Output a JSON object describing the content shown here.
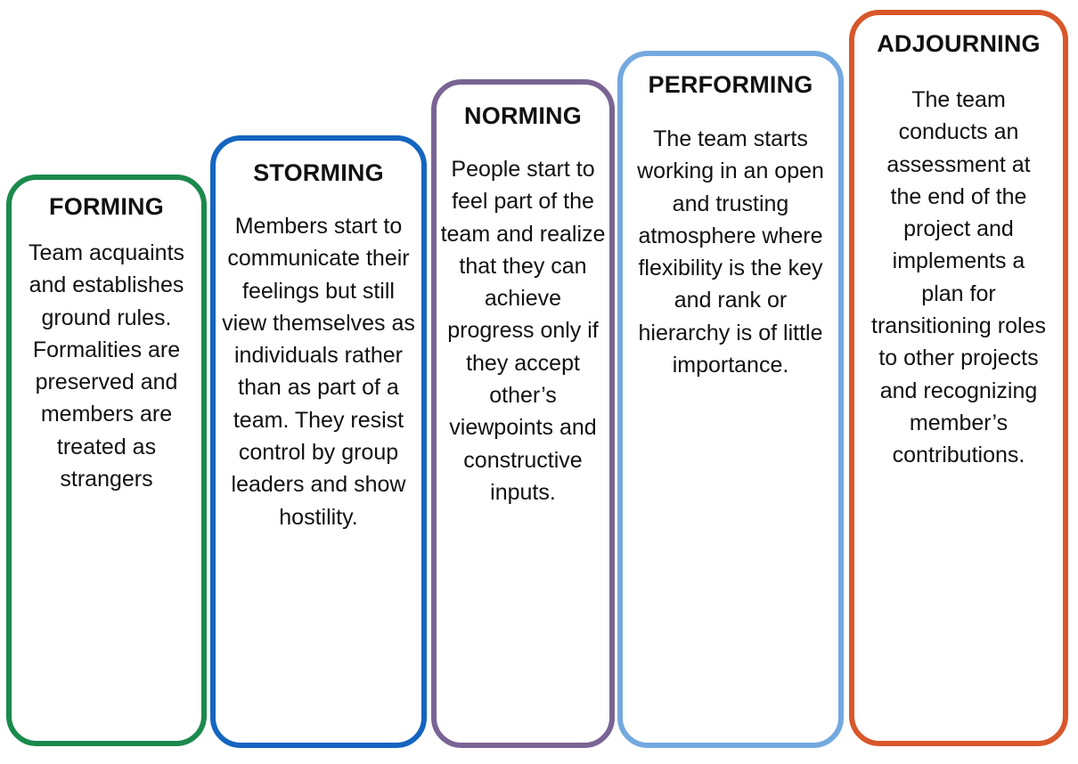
{
  "stages": [
    {
      "title": "FORMING",
      "description": "Team acquaints and establishes ground rules. Formalities are preserved and members are treated as strangers",
      "border_color": "#1b8a4c"
    },
    {
      "title": "STORMING",
      "description": "Members start to communicate their feelings but still view themselves as individuals rather than as part of a team. They resist control by group leaders and show hostility.",
      "border_color": "#1565c0"
    },
    {
      "title": "NORMING",
      "description": "People start to feel part of the team and realize that they can achieve progress only if they accept other’s viewpoints and constructive inputs.",
      "border_color": "#7a6495"
    },
    {
      "title": "PERFORMING",
      "description": "The team starts working in an open and trusting atmosphere where flexibility is the key and rank or hierarchy is of little importance.",
      "border_color": "#74a9e0"
    },
    {
      "title": "ADJOURNING",
      "description": "The team conducts an assessment at the end of the project and implements a plan for transitioning roles to other projects and recognizing member’s contributions.",
      "border_color": "#d9572a"
    }
  ]
}
